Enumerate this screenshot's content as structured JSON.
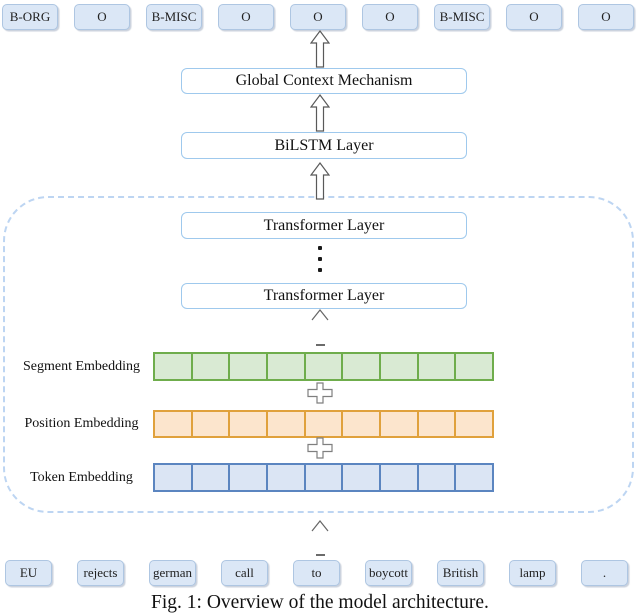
{
  "figure": {
    "caption": "Fig. 1: Overview of the model architecture.",
    "output_labels": [
      "B-ORG",
      "O",
      "B-MISC",
      "O",
      "O",
      "O",
      "B-MISC",
      "O",
      "O"
    ],
    "input_tokens": [
      "EU",
      "rejects",
      "german",
      "call",
      "to",
      "boycott",
      "British",
      "lamp",
      "."
    ],
    "blocks": {
      "global_context_label": "Global Context Mechanism",
      "bilstm_label": "BiLSTM Layer",
      "transformer_top_label": "Transformer Layer",
      "transformer_bottom_label": "Transformer Layer"
    },
    "embedding_rows": [
      {
        "label": "Segment Embedding",
        "cell_count": 9,
        "fill": "#d9ead3",
        "border": "#6fad4c"
      },
      {
        "label": "Position Embedding",
        "cell_count": 9,
        "fill": "#fce5cd",
        "border": "#e0a13c"
      },
      {
        "label": "Token Embedding",
        "cell_count": 9,
        "fill": "#dbe5f4",
        "border": "#5b85c0"
      }
    ],
    "colors": {
      "token_box_fill": "#dbe7f6",
      "token_box_border": "#aec6e2",
      "block_border": "#9fc9ed",
      "dashed_border": "#bdd5f2",
      "arrow_outline": "#595959",
      "plus_outline": "#7f7f7f"
    }
  }
}
